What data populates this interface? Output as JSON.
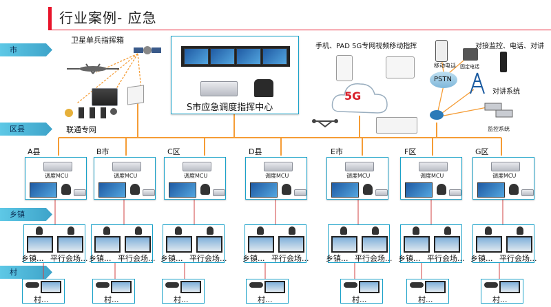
{
  "title": "行业案例- 应急",
  "tiers": {
    "city": "市",
    "district": "区县",
    "township": "乡镇",
    "village": "村"
  },
  "satellite_label": "卫星单兵指挥箱",
  "unicom_label": "联通专网",
  "center_label": "S市应急调度指挥中心",
  "mobile_label": "手机、PAD 5G专网视频移动指挥",
  "fiveg": "5G",
  "mobile_phone": "移动电话",
  "pstn": "PSTN",
  "fixed_phone": "固定电话",
  "intercom_title": "对接监控、电话、对讲",
  "intercom_system": "对讲系统",
  "monitor_system": "监控系统",
  "counties": [
    {
      "name": "A县",
      "mcu": "调度MCU"
    },
    {
      "name": "B市",
      "mcu": "调度MCU"
    },
    {
      "name": "C区",
      "mcu": "调度MCU"
    },
    {
      "name": "D县",
      "mcu": "调度MCU"
    },
    {
      "name": "E市",
      "mcu": "调度MCU"
    },
    {
      "name": "F区",
      "mcu": "调度MCU"
    },
    {
      "name": "G区",
      "mcu": "调度MCU"
    }
  ],
  "township_label": "乡镇...",
  "parallel_label": "平行会场...",
  "village_label": "村...",
  "colors": {
    "accent": "#e8142a",
    "line": "#f59c35",
    "border": "#1aa1c8",
    "tier": "#4bb8db"
  }
}
